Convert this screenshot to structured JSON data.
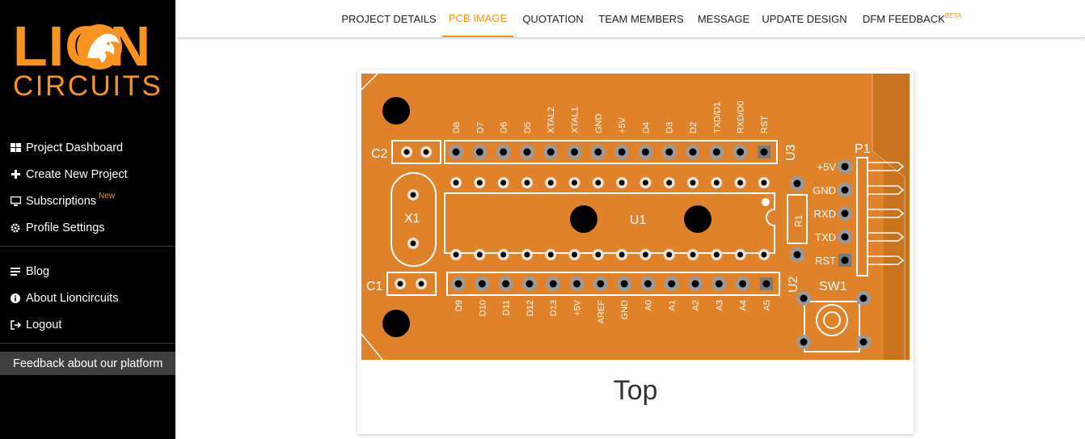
{
  "sidebar": {
    "logo_top": "LION",
    "logo_bottom": "CIRCUITS",
    "items": [
      {
        "label": "Project Dashboard",
        "icon": "grid-icon"
      },
      {
        "label": "Create New Project",
        "icon": "plus-icon"
      },
      {
        "label": "Subscriptions",
        "icon": "monitor-icon",
        "badge": "New"
      },
      {
        "label": "Profile Settings",
        "icon": "gear-icon"
      }
    ],
    "items2": [
      {
        "label": "Blog",
        "icon": "lines-icon"
      },
      {
        "label": "About Lioncircuits",
        "icon": "info-icon"
      },
      {
        "label": "Logout",
        "icon": "logout-icon"
      }
    ],
    "feedback": "Feedback about our platform"
  },
  "tabs": [
    {
      "label": "PROJECT DETAILS"
    },
    {
      "label": "PCB IMAGE",
      "active": true
    },
    {
      "label": "QUOTATION"
    },
    {
      "label": "TEAM MEMBERS"
    },
    {
      "label": "MESSAGE"
    },
    {
      "label": "UPDATE DESIGN"
    },
    {
      "label": "DFM FEEDBACK",
      "beta": "BETA"
    }
  ],
  "card": {
    "title": "Top"
  },
  "pcb": {
    "top_header_labels": [
      "D8",
      "D7",
      "D6",
      "D5",
      "XTAL2",
      "XTAL1",
      "GND",
      "+5V",
      "D4",
      "D3",
      "D2",
      "TXD/D1",
      "RXD/D0",
      "RST"
    ],
    "bottom_header_labels": [
      "D9",
      "D10",
      "D11",
      "D12",
      "D13",
      "+5V",
      "AREF",
      "GND",
      "A0",
      "A1",
      "A2",
      "A3",
      "A4",
      "A5"
    ],
    "p1_labels": [
      "+5V",
      "GND",
      "RXD",
      "TXD",
      "RST"
    ],
    "refs": {
      "c2": "C2",
      "c1": "C1",
      "x1": "X1",
      "u1": "U1",
      "u2": "U2",
      "u3": "U3",
      "r1": "R1",
      "p1": "P1",
      "sw1": "SW1"
    }
  },
  "colors": {
    "accent": "#f7931e",
    "sidebar_bg": "#000000",
    "pcb_orange": "#e0822a"
  }
}
